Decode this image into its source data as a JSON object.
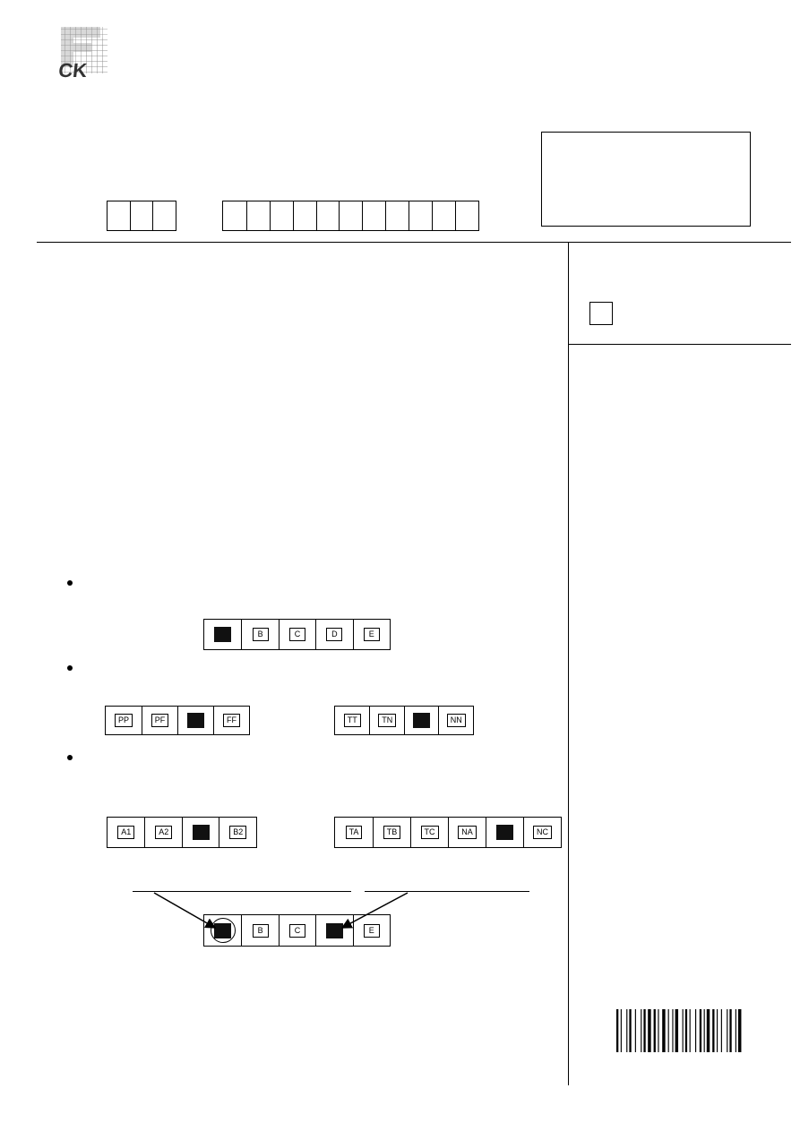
{
  "logo": {
    "text": "CK"
  },
  "row_single": {
    "options": [
      "",
      "B",
      "C",
      "D",
      "E"
    ],
    "marked": [
      0
    ]
  },
  "row_pp": {
    "options": [
      "PP",
      "PF",
      "",
      "FF"
    ],
    "marked": [
      2
    ]
  },
  "row_tt": {
    "options": [
      "TT",
      "TN",
      "",
      "NN"
    ],
    "marked": [
      2
    ]
  },
  "row_a": {
    "options": [
      "A1",
      "A2",
      "",
      "B2"
    ],
    "marked": [
      2
    ]
  },
  "row_ta": {
    "options": [
      "TA",
      "TB",
      "TC",
      "NA",
      "",
      "NC"
    ],
    "marked": [
      4
    ]
  },
  "row_correction": {
    "options": [
      "",
      "B",
      "C",
      "",
      "E"
    ],
    "marked": [
      0,
      3
    ],
    "circled": [
      0
    ]
  }
}
